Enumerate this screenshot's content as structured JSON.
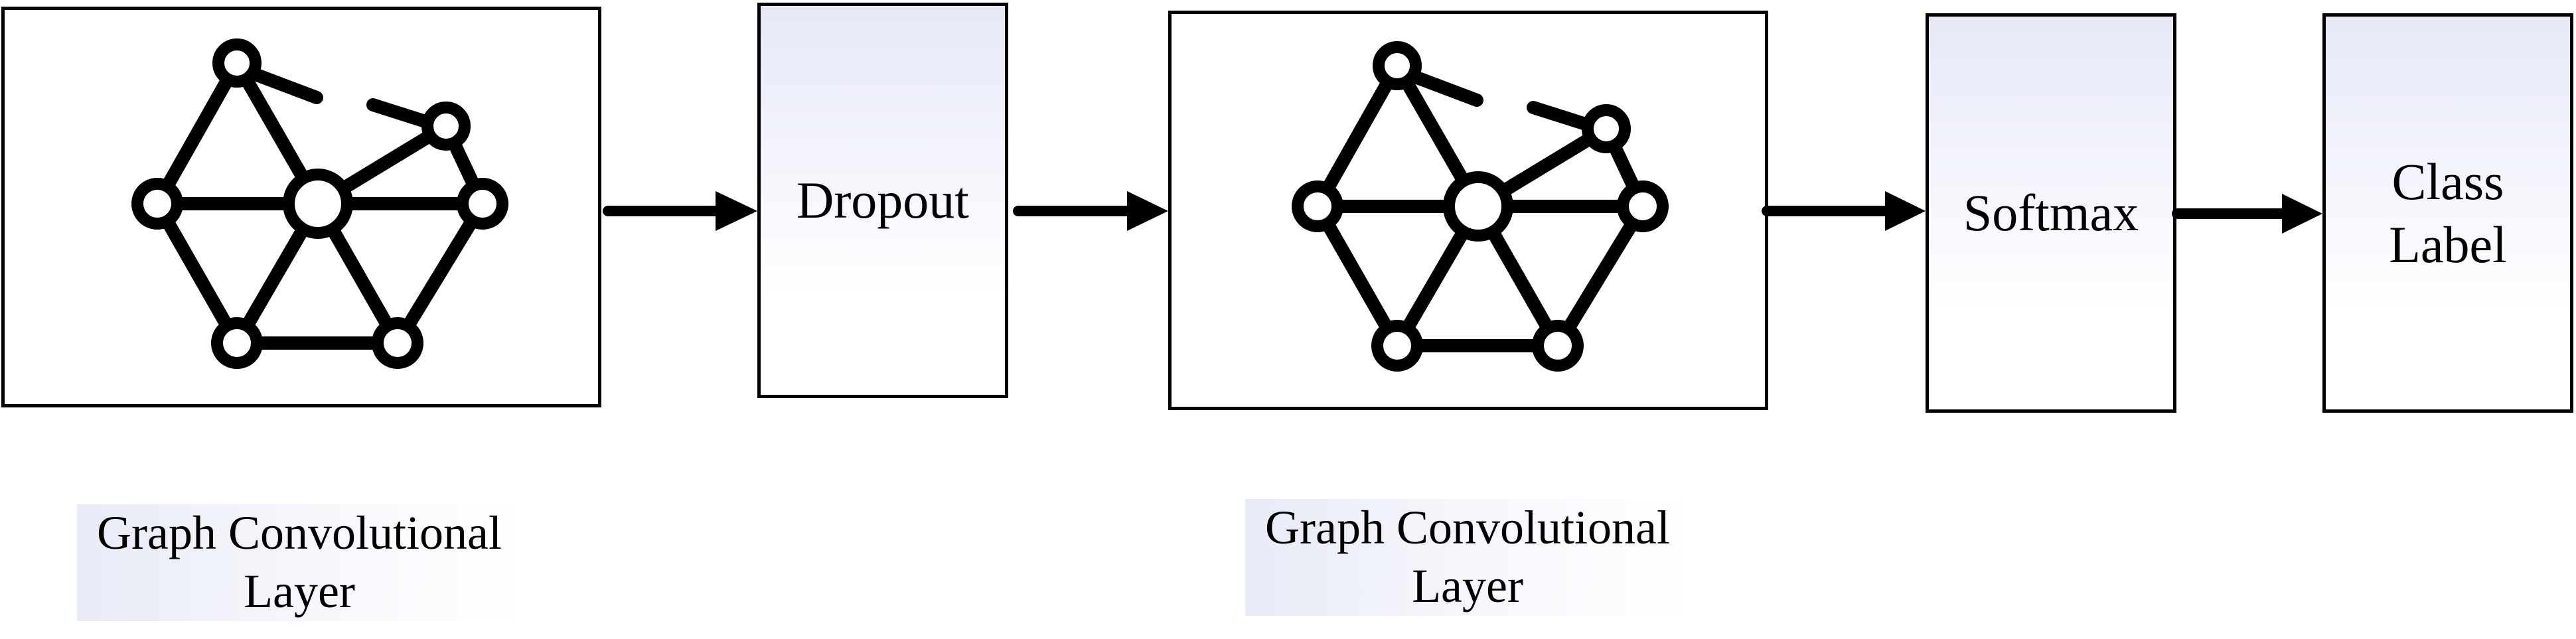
{
  "diagram": {
    "nodes": [
      {
        "id": "gcn1",
        "label": "Graph Convolutional Layer",
        "line1": "Graph Convolutional",
        "line2": "Layer",
        "icon": "graph-network-icon"
      },
      {
        "id": "dropout",
        "label": "Dropout"
      },
      {
        "id": "gcn2",
        "label": "Graph Convolutional Layer",
        "line1": "Graph Convolutional",
        "line2": "Layer",
        "icon": "graph-network-icon"
      },
      {
        "id": "softmax",
        "label": "Softmax"
      },
      {
        "id": "class_label",
        "label": "Class Label",
        "line1": "Class",
        "line2": "Label"
      }
    ],
    "edges": [
      {
        "from": "gcn1",
        "to": "dropout"
      },
      {
        "from": "dropout",
        "to": "gcn2"
      },
      {
        "from": "gcn2",
        "to": "softmax"
      },
      {
        "from": "softmax",
        "to": "class_label"
      }
    ]
  }
}
